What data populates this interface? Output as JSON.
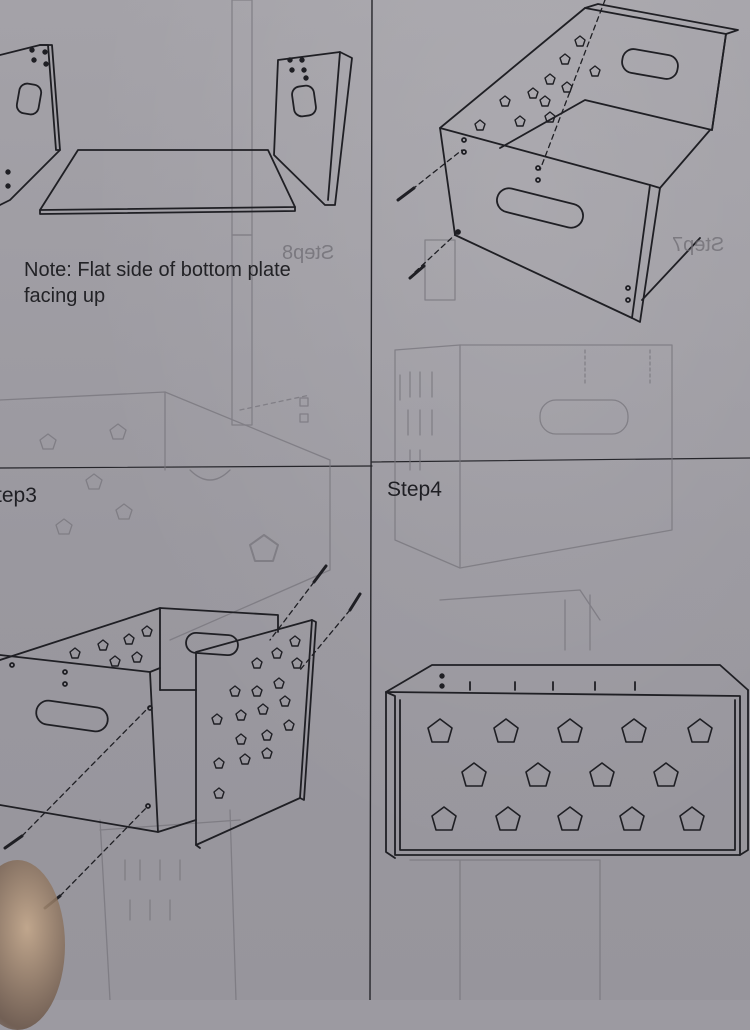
{
  "page": {
    "note": "Note: Flat side of bottom plate facing up",
    "step3_label": "tep3",
    "step4_label": "Step4",
    "ghost_step8": "Step8",
    "ghost_step7": "Step7"
  },
  "colors": {
    "paper": "#9c9aa1",
    "ink": "#222226",
    "ghost": "#6e6c73"
  },
  "icons": [
    "screw-icon",
    "star-cutout-icon",
    "handle-slot-icon"
  ]
}
